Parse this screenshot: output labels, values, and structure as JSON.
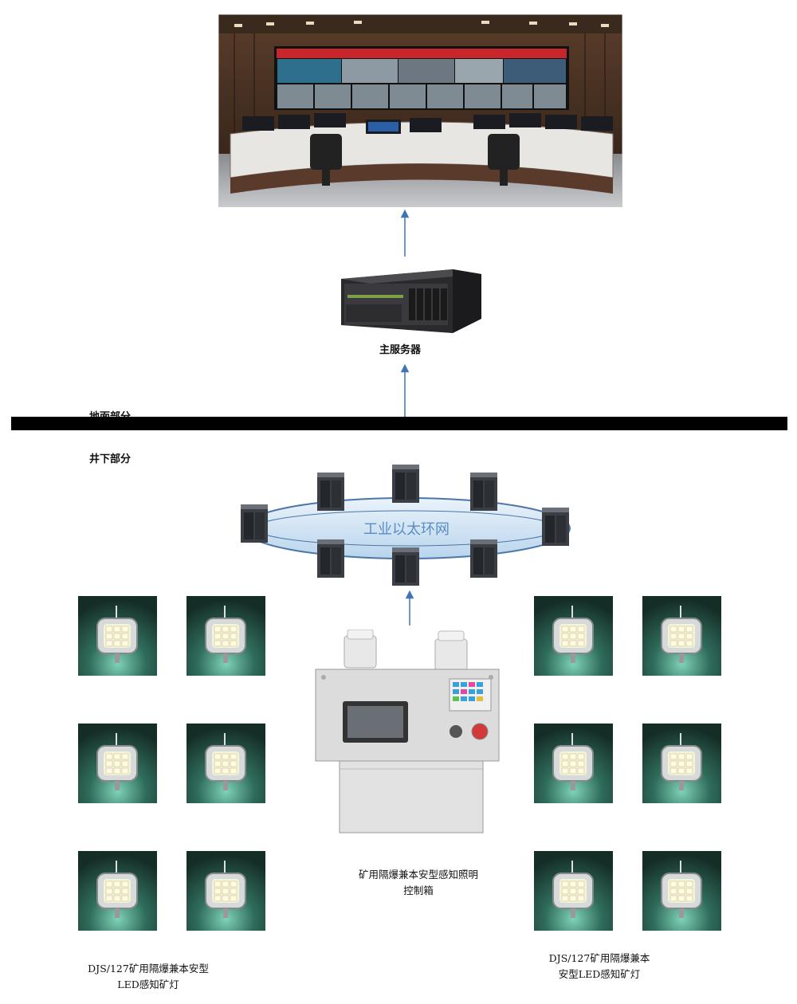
{
  "labels": {
    "server": "主服务器",
    "ground": "地面部分",
    "underground": "井下部分",
    "network": "工业以太环网",
    "control_box_line1": "矿用隔爆兼本安型感知照明",
    "control_box_line2": "控制箱",
    "lamp_left_line1": "DJS/127矿用隔爆兼本安型",
    "lamp_left_line2": "LED感知矿灯",
    "lamp_right_line1": "DJS/127矿用隔爆兼本",
    "lamp_right_line2": "安型LED感知矿灯"
  },
  "colors": {
    "arrow": "#3f74b5",
    "ring_fill": "#cfe3f3",
    "ring_stroke": "#4a76a8",
    "lamp_bg": "#1f4a3f"
  }
}
